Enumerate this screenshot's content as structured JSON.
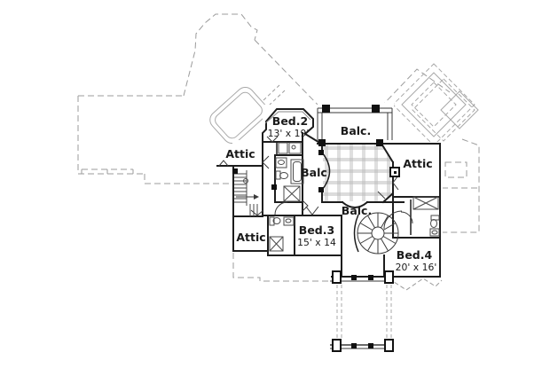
{
  "rooms": {
    "bed2": {
      "label": "Bed.2",
      "dims": "13' x 19'"
    },
    "balc_top": {
      "label": "Balc."
    },
    "attic_upper_left": {
      "label": "Attic"
    },
    "attic_right": {
      "label": "Attic"
    },
    "balc_mid": {
      "label": "Balc"
    },
    "balc_lower": {
      "label": "Balc."
    },
    "bed3": {
      "label": "Bed.3",
      "dims": "15' x 14"
    },
    "attic_lower_left": {
      "label": "Attic"
    },
    "bed4": {
      "label": "Bed.4",
      "dims": "20' x 16'"
    }
  },
  "colors": {
    "walls": "#1d1d1d",
    "roofline": "#9b9b9b",
    "ceiling_grid": "#b8b8b8",
    "background": "#ffffff",
    "text": "#1a1a1a"
  }
}
